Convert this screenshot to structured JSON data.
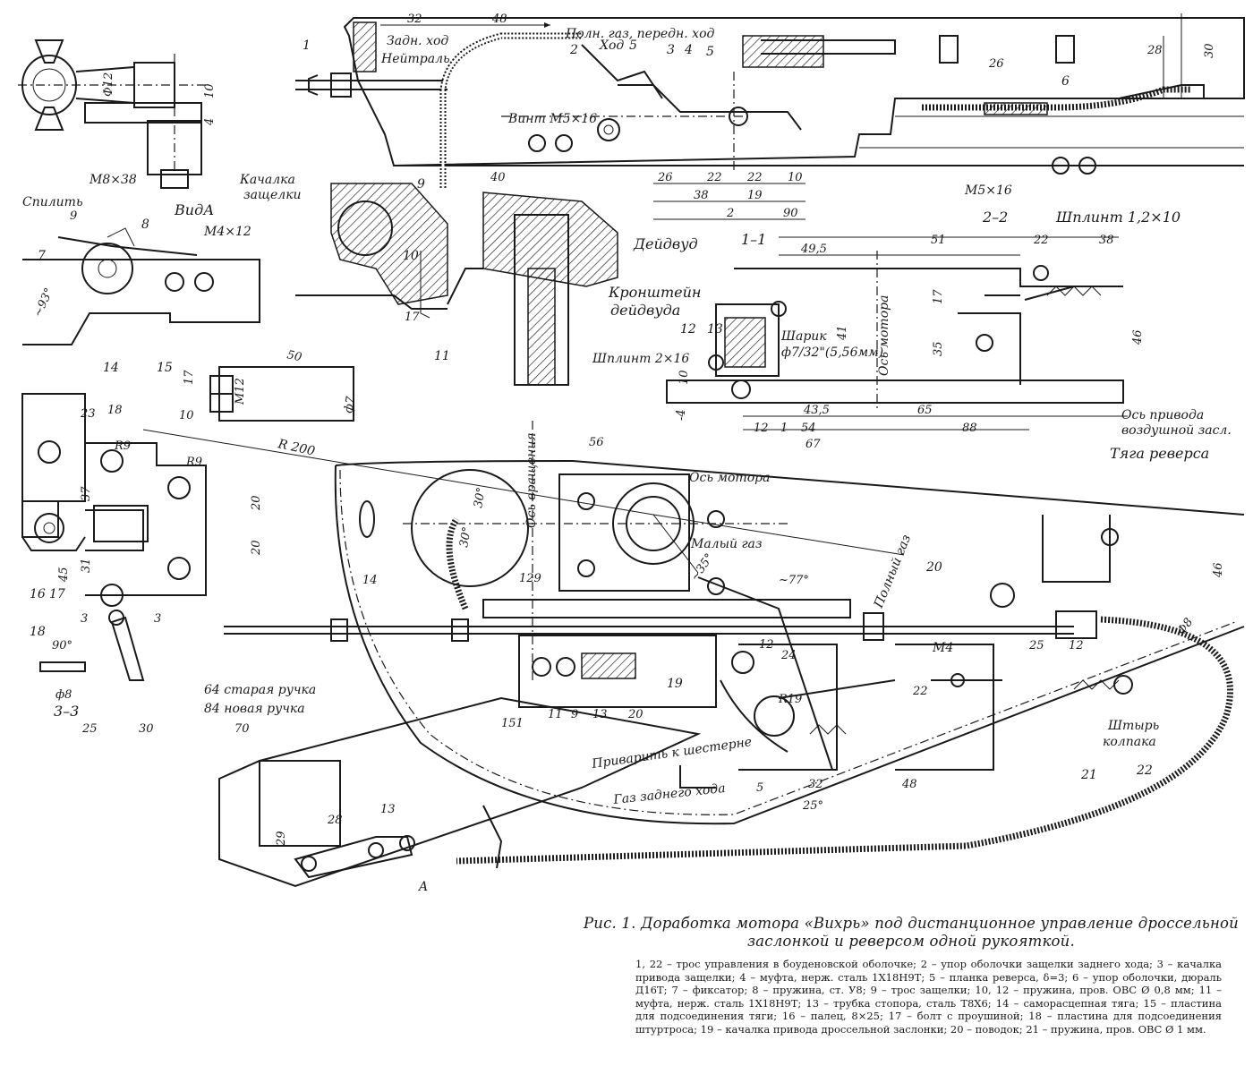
{
  "labels": {
    "polngaz": "Полн. газ, передн. ход",
    "zadnhod": "Задн. ход",
    "neitral": "Нейтраль",
    "hod": "Ход",
    "vint": "Винт М5×16",
    "m5x16": "М5×16",
    "m8x38": "М8×38",
    "vida": "ВидА",
    "spilit": "Спилить",
    "m4x12": "М4×12",
    "kachalka1": "Качалка",
    "kachalka2": "защелки",
    "deidvud": "Дейдвуд",
    "kronshtein1": "Кронштейн",
    "kronshtein2": "дейдвуда",
    "shplint216": "Шплинт 2×16",
    "sharik1": "Шарик",
    "sharik2": "ф7/32\"(5,56мм)",
    "os_motora_v": "Ось мотора",
    "shplint1210": "Шплинт 1,2×10",
    "os_privoda1": "Ось привода",
    "os_privoda2": "воздушной засл.",
    "tyaga": "Тяга реверса",
    "os_vrasheniya": "Ось вращения",
    "os_motora": "Ось мотора",
    "maly_gaz": "Малый газ",
    "polny_gaz": "Полный газ",
    "staraya": "64 старая ручка",
    "novaya": "84 новая ручка",
    "privarit": "Приварить к шестерне",
    "gaz_zadnego": "Газ заднего хода",
    "shtyr1": "Штырь",
    "shtyr2": "колпака",
    "sec11": "1–1",
    "sec22": "2–2",
    "sec33": "3–3",
    "m4": "М4",
    "r200": "R 200",
    "r19": "R19",
    "r9a": "R9",
    "r9b": "R9",
    "phi8": "Ф8",
    "phi8b": "ф8",
    "phi7": "ф7",
    "phi12": "Ф12",
    "m12": "M12",
    "a": "A"
  },
  "numbers": {
    "n1": "1",
    "n2": "2",
    "n3": "3",
    "n4": "4",
    "n5": "5",
    "n5b": "5",
    "n6": "6",
    "n7": "7",
    "n8": "8",
    "n9": "9",
    "n10": "10",
    "n11": "11",
    "n12": "12",
    "n13": "13",
    "n14": "14",
    "n15": "15",
    "n16": "16",
    "n17": "17",
    "n18": "18",
    "n19": "19",
    "n20": "20",
    "n21": "21",
    "n22": "22"
  },
  "dims": {
    "d32": "32",
    "d48": "48",
    "d40": "40",
    "d26": "26",
    "d22a": "22",
    "d22b": "22",
    "d10a": "10",
    "d38": "38",
    "d19": "19",
    "d2": "2",
    "d90": "90",
    "d28": "28",
    "d26b": "26",
    "d30": "30",
    "d495": "49,5",
    "d51": "51",
    "d22c": "22",
    "d38b": "38",
    "d17": "17",
    "d35": "35",
    "d41": "41",
    "d46": "46",
    "d435": "43,5",
    "d65": "65",
    "d54": "54",
    "d88": "88",
    "d67": "67",
    "d12": "12",
    "d1": "1",
    "d4": "-4",
    "d10b": "10",
    "d9": "9",
    "d93": "~93°",
    "d50": "50",
    "d17b": "17",
    "d17c": "17",
    "d23": "23",
    "d18": "18",
    "d10c": "10",
    "d37": "37",
    "d20a": "20",
    "d20b": "20",
    "d45": "45",
    "d31": "31",
    "d90deg": "90°",
    "d25": "25",
    "d30b": "30",
    "d70": "70",
    "d56": "56",
    "d129": "129",
    "d14": "14",
    "d151": "151",
    "d35deg": "~35°",
    "d77deg": "~77°",
    "d30deg": "30°",
    "d30deg2": "30°",
    "d46b": "46",
    "d12b": "12",
    "d24": "24",
    "d25b": "25",
    "d12c": "12",
    "d22d": "22",
    "d11": "11",
    "d9b": "9",
    "d13": "13",
    "d20c": "20",
    "d5": "5",
    "d32b": "32",
    "d48b": "48",
    "d25deg": "25°",
    "d28b": "28",
    "d13b": "13",
    "d29": "29",
    "d3a": "3",
    "d3b": "3",
    "d10d": "10",
    "d4b": "4"
  },
  "caption": {
    "title": "Рис. 1. Доработка мотора «Вихрь» под дистанционное управление дроссельной заслонкой и реверсом одной рукояткой.",
    "legend": "1, 22 – трос управления в боуденовской оболочке; 2 – упор оболочки защелки заднего хода; 3 – качалка привода защелки; 4 – муфта, нерж. сталь 1Х18Н9Т; 5 – планка реверса, δ=3; 6 – упор оболочки, дюраль Д16Т; 7 – фиксатор; 8 – пружина, ст. У8; 9 – трос защелки; 10, 12 – пружина, пров. ОВС Ø 0,8 мм; 11 – муфта, нерж. сталь 1Х18Н9Т; 13 – трубка стопора, сталь Т8Х6; 14 – самораcцепная тяга; 15 – пластина для подсоединения тяги; 16 – палец, 8×25; 17 – болт с проушиной; 18 – пластина для подсоединения штуртроса; 19 – качалка привода дроссельной заслонки; 20 – поводок; 21 – пружина, пров. ОВС Ø 1 мм."
  }
}
